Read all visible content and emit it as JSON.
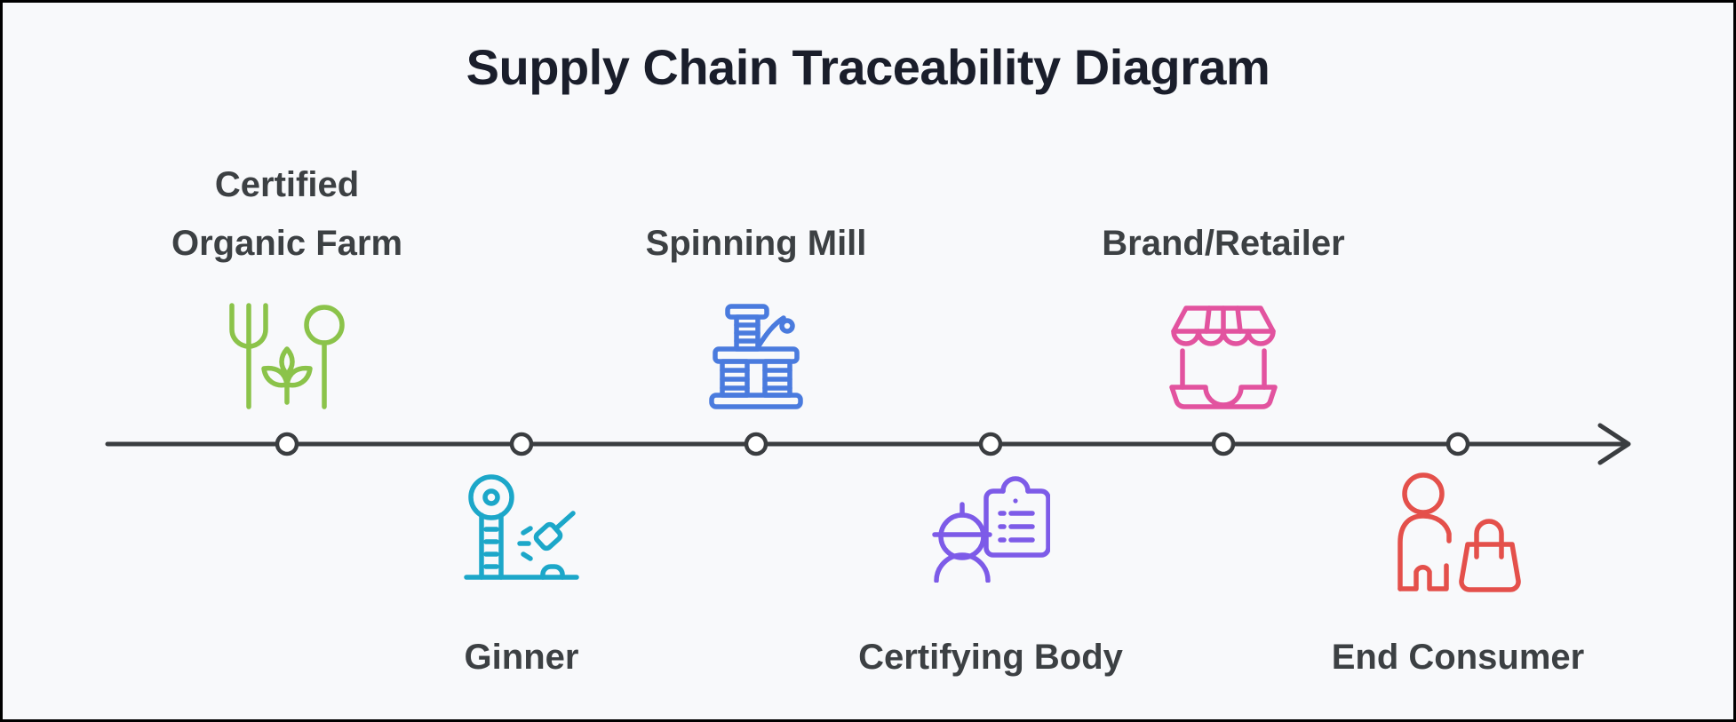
{
  "title": "Supply Chain Traceability Diagram",
  "stages": [
    {
      "label": "Certified Organic Farm",
      "label_lines": [
        "Certified",
        "Organic Farm"
      ],
      "side": "above",
      "icon": "farm-icon",
      "color": "#8bc34a"
    },
    {
      "label": "Ginner",
      "side": "below",
      "icon": "gin-machine-icon",
      "color": "#1ca7c9"
    },
    {
      "label": "Spinning Mill",
      "side": "above",
      "icon": "spool-icon",
      "color": "#4a7bde"
    },
    {
      "label": "Certifying Body",
      "side": "below",
      "icon": "inspector-clipboard-icon",
      "color": "#7d5be8"
    },
    {
      "label": "Brand/Retailer",
      "side": "above",
      "icon": "storefront-icon",
      "color": "#e2539f"
    },
    {
      "label": "End Consumer",
      "side": "below",
      "icon": "shopper-icon",
      "color": "#e4504b"
    }
  ],
  "timeline": {
    "direction": "left-to-right",
    "node_count": 6,
    "line_color": "#3a3d40",
    "node_fill": "#ffffff"
  },
  "colors": {
    "background": "#f8f9fb",
    "frame_border": "#000000",
    "title_text": "#1a1e2b",
    "label_text": "#3c4043"
  }
}
